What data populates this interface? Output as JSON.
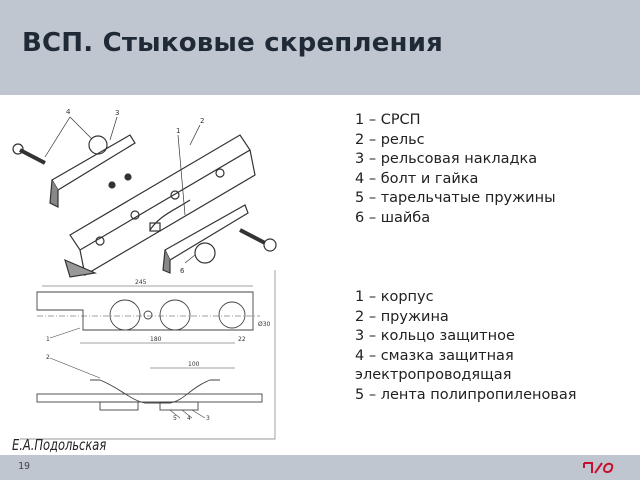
{
  "slide": {
    "title": "ВСП. Стыковые скрепления",
    "page_number": "19",
    "author": "Е.А.Подольская",
    "logo_text": "РЖД"
  },
  "legend_top": {
    "items": [
      "1 – СРСП",
      "2 – рельс",
      "3 – рельсовая накладка",
      "4 – болт и гайка",
      "5 – тарельчатые пружины",
      "6 – шайба"
    ]
  },
  "legend_bottom": {
    "items": [
      "1 – корпус",
      "2 – пружина",
      "3 – кольцо защитное",
      "4 – смазка защитная",
      "электропроводящая",
      "5 – лента полипропиленовая"
    ]
  },
  "drawing_top": {
    "labels": [
      "4",
      "3",
      "1",
      "2",
      "6"
    ]
  },
  "drawing_bottom": {
    "dims": [
      "245",
      "180",
      "22",
      "Ø30",
      "100"
    ],
    "labels": [
      "1",
      "2",
      "5",
      "4",
      "3"
    ]
  },
  "colors": {
    "header": "#bfc6d0",
    "title": "#1f2a36",
    "logo": "#c8102e"
  }
}
